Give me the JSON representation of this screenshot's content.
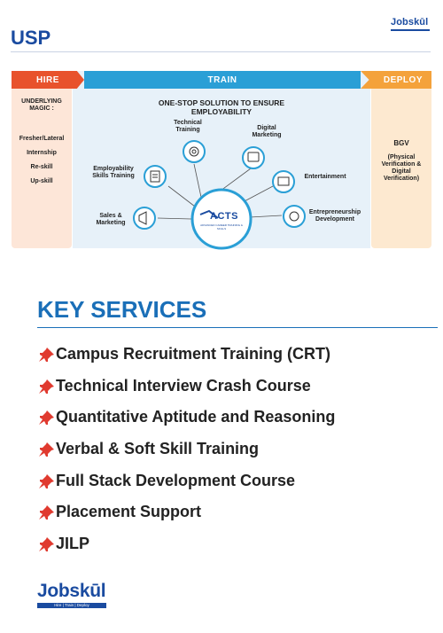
{
  "header": {
    "logo_text": "Jobskūl"
  },
  "usp": {
    "title": "USP",
    "columns": {
      "hire": "HIRE",
      "train": "TRAIN",
      "deploy": "DEPLOY"
    },
    "hire": {
      "subtitle": "UNDERLYING MAGIC :",
      "items": [
        "Fresher/Lateral",
        "Internship",
        "Re-skill",
        "Up-skill"
      ]
    },
    "train": {
      "title": "ONE-STOP SOLUTION TO ENSURE EMPLOYABILITY",
      "center_logo": "ACTS",
      "center_tagline": "ADVANCED CAREER TRAINING & SKILLS",
      "nodes": {
        "technical": "Technical Training",
        "digital": "Digital Marketing",
        "employability": "Employability Skills Training",
        "entertainment": "Entertainment",
        "sales": "Sales & Marketing",
        "entrepreneurship": "Entrepreneurship Development"
      }
    },
    "deploy": {
      "title": "BGV",
      "detail": "(Physical Verification & Digital Verification)"
    }
  },
  "key_services": {
    "title": "KEY SERVICES",
    "items": [
      "Campus Recruitment Training (CRT)",
      "Technical Interview Crash Course",
      "Quantitative Aptitude and Reasoning",
      "Verbal & Soft Skill Training",
      "Full Stack Development Course",
      "Placement Support",
      "JILP"
    ]
  },
  "footer": {
    "logo_text": "Jobskūl",
    "logo_tagline": "Hire | Train | Deploy"
  },
  "colors": {
    "hire": "#e8522c",
    "train": "#2a9fd6",
    "deploy": "#f4a23b",
    "brand": "#1a4ba0",
    "pin": "#e03a2f"
  }
}
